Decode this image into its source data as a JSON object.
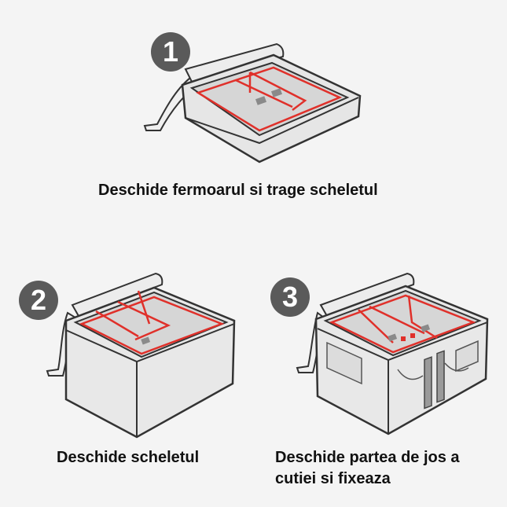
{
  "steps": [
    {
      "number": "1",
      "caption": "Deschide fermoarul si trage scheletul"
    },
    {
      "number": "2",
      "caption": "Deschide scheletul"
    },
    {
      "number": "3",
      "caption_line1": "Deschide partea de jos a",
      "caption_line2": "cutiei si fixeaza"
    }
  ],
  "colors": {
    "background": "#f4f4f4",
    "outline": "#333333",
    "frame_red": "#e0302a",
    "fabric": "#e6e6e6",
    "lid_fill": "#d9d9d9",
    "badge": "#5a5a5a"
  }
}
